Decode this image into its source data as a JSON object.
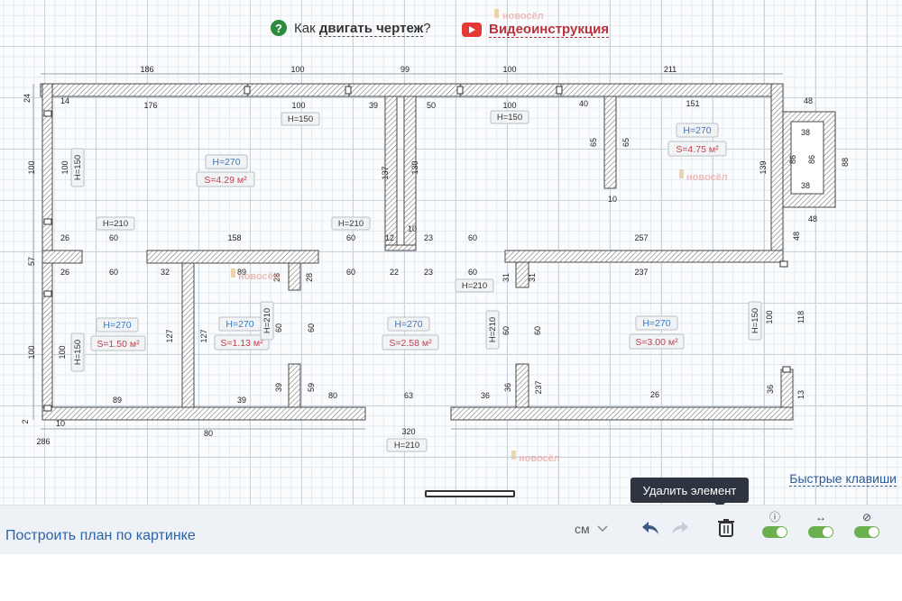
{
  "help": {
    "prefix": "Как ",
    "link": "двигать чертеж",
    "suffix": "?",
    "icon": "question-icon"
  },
  "video": {
    "label": "Видеоинструкция",
    "icon": "youtube-play-icon"
  },
  "watermark": {
    "brand": "новосёл"
  },
  "plan": {
    "rooms": [
      {
        "height": "H=270",
        "area": "S=4.29 м²"
      },
      {
        "height": "H=270",
        "area": "S=4.75 м²"
      },
      {
        "height": "H=270",
        "area": "S=1.50 м²"
      },
      {
        "height": "H=270",
        "area": "S=1.13 м²"
      },
      {
        "height": "H=270",
        "area": "S=2.58 м²"
      },
      {
        "height": "H=270",
        "area": "S=3.00 м²"
      }
    ],
    "openings": [
      "H=150",
      "H=150",
      "H=150",
      "H=210",
      "H=210",
      "H=150",
      "H=210",
      "H=210",
      "H=150",
      "H=210"
    ],
    "dims": [
      "186",
      "100",
      "99",
      "100",
      "211",
      "176",
      "100",
      "39",
      "50",
      "100",
      "40",
      "151",
      "24",
      "14",
      "100",
      "100",
      "137",
      "130",
      "65",
      "65",
      "10",
      "139",
      "48",
      "38",
      "86",
      "86",
      "38",
      "88",
      "48",
      "26",
      "60",
      "158",
      "60",
      "12",
      "10",
      "23",
      "60",
      "257",
      "57",
      "26",
      "60",
      "32",
      "89",
      "28",
      "28",
      "60",
      "22",
      "23",
      "60",
      "31",
      "31",
      "237",
      "48",
      "127",
      "127",
      "60",
      "60",
      "60",
      "60",
      "100",
      "100",
      "100",
      "118",
      "89",
      "39",
      "39",
      "59",
      "80",
      "63",
      "36",
      "36",
      "237",
      "26",
      "36",
      "13",
      "2",
      "10",
      "286",
      "80",
      "320"
    ]
  },
  "toolbar": {
    "shortcuts": "Быстрые клавиши",
    "tooltip": "Удалить элемент",
    "build_plan": "Построить план по картинке",
    "units": "см",
    "undo_icon": "undo-icon",
    "redo_icon": "redo-icon",
    "delete_icon": "trash-icon",
    "toggles": [
      {
        "icon": "help-circle-icon",
        "on": true
      },
      {
        "icon": "dimensions-arrows-icon",
        "on": true
      },
      {
        "icon": "eye-off-icon",
        "on": true
      }
    ]
  },
  "colors": {
    "wall": "#4a4a4a",
    "accent": "#2d64a8",
    "toggle_on": "#6ab04c"
  }
}
